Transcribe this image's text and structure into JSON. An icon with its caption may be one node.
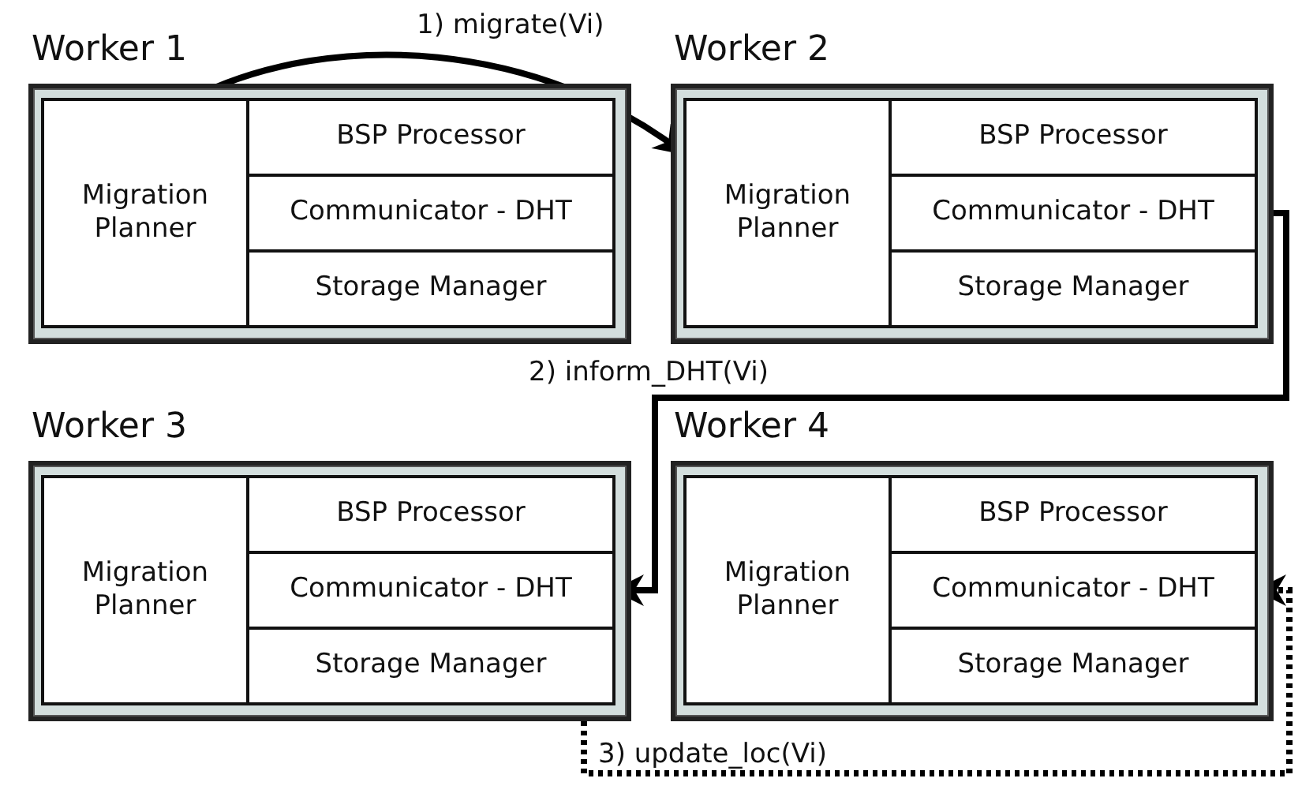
{
  "diagram": {
    "nodes": [
      {
        "text": [
          "Worker 1"
        ]
      },
      {
        "text": [
          "Migration Planner"
        ],
        "in": 0
      },
      {
        "text": [
          "BSP Processor"
        ],
        "in": 0
      },
      {
        "text": [
          "Communicator - DHT"
        ],
        "in": 0
      },
      {
        "text": [
          "Storage Manager"
        ],
        "in": 0
      },
      {
        "text": [
          "Worker 2"
        ]
      },
      {
        "text": [
          "Migration Planner"
        ],
        "in": 5
      },
      {
        "text": [
          "BSP Processor"
        ],
        "in": 5
      },
      {
        "text": [
          "Communicator - DHT"
        ],
        "in": 5
      },
      {
        "text": [
          "Storage Manager"
        ],
        "in": 5
      },
      {
        "text": [
          "Worker 3"
        ]
      },
      {
        "text": [
          "Migration Planner"
        ],
        "in": 10
      },
      {
        "text": [
          "BSP Processor"
        ],
        "in": 10
      },
      {
        "text": [
          "Communicator - DHT"
        ],
        "in": 10
      },
      {
        "text": [
          "Storage Manager"
        ],
        "in": 10
      },
      {
        "text": [
          "Worker 4"
        ]
      },
      {
        "text": [
          "Migration Planner"
        ],
        "in": 15
      },
      {
        "text": [
          "BSP Processor"
        ],
        "in": 15
      },
      {
        "text": [
          "Communicator - DHT"
        ],
        "in": 15
      },
      {
        "text": [
          "Storage Manager"
        ],
        "in": 15
      }
    ],
    "edges": [
      {
        "from": 1,
        "to": 6,
        "arrow": "to",
        "label": "1) migrate(Vi)"
      },
      {
        "from": 8,
        "to": 13,
        "arrow": "to",
        "label": "2) inform_DHT(Vi)"
      },
      {
        "from": 10,
        "to": 18,
        "arrow": "to",
        "label": "3) update_loc(Vi)",
        "style": "dashed"
      }
    ]
  }
}
